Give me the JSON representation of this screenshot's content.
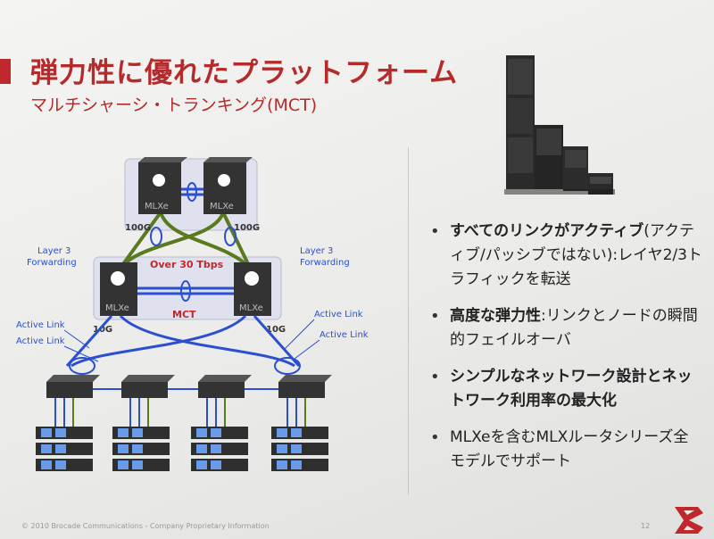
{
  "title": "弾力性に優れたプラットフォーム",
  "subtitle": "マルチシャーシ・トランキング(MCT)",
  "diagram": {
    "top_switch_label": "MLXe",
    "mid_switch_label": "MLXe",
    "link_100g": "100G",
    "link_10g": "10G",
    "layer3": "Layer 3",
    "forwarding": "Forwarding",
    "throughput": "Over 30 Tbps",
    "mct": "MCT",
    "active_link": "Active Link"
  },
  "bullets": [
    {
      "bold": "すべてのリンクがアクティブ",
      "rest": "(アクティブ/パッシブではない):レイヤ2/3トラフィックを転送"
    },
    {
      "bold": "高度な弾力性",
      "rest": ":リンクとノードの瞬間的フェイルオーバ"
    },
    {
      "bold": "シンプルなネットワーク設計とネットワーク利用率の最大化",
      "rest": ""
    },
    {
      "bold": "",
      "rest": "MLXeを含むMLXルータシリーズ全モデルでサポート"
    }
  ],
  "footer": "© 2010 Brocade Communications - Company Proprietary Information",
  "page_number": "12",
  "colors": {
    "accent": "#b52a2a",
    "link_blue": "#2a4fd0",
    "link_green": "#5a7a20"
  }
}
